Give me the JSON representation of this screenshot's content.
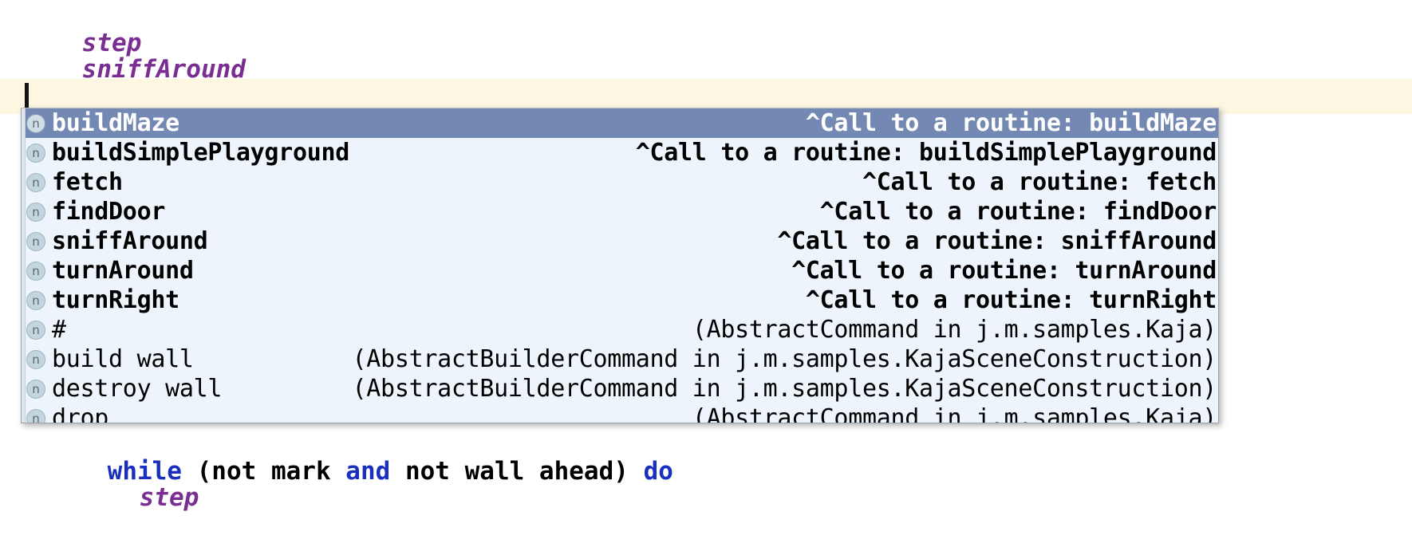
{
  "editor": {
    "background_color": "#ffffff",
    "current_line_highlight_color": "#fdf7e2",
    "caret_color": "#141414",
    "lines_above": [
      {
        "indent": "  ",
        "text": "step",
        "token": "call"
      },
      {
        "indent": "  ",
        "text": "sniffAround",
        "token": "call"
      }
    ],
    "lines_below": [
      {
        "segments": [
          {
            "text": "  ",
            "token": "plain"
          },
          {
            "text": "while",
            "token": "keyword"
          },
          {
            "text": " (not mark ",
            "token": "plain"
          },
          {
            "text": "and",
            "token": "keyword"
          },
          {
            "text": " not wall ahead) ",
            "token": "plain"
          },
          {
            "text": "do",
            "token": "keyword"
          }
        ]
      },
      {
        "segments": [
          {
            "text": "    ",
            "token": "plain"
          },
          {
            "text": "step",
            "token": "call"
          }
        ]
      }
    ],
    "colors": {
      "call": "#7a2e91",
      "keyword": "#1a2fbe",
      "plain": "#000000"
    }
  },
  "completion_popup": {
    "background_color": "#eef4fc",
    "selected_row_color": "#7389b4",
    "selected_index": 0,
    "icon_glyph": "n",
    "icon_name": "routine-icon",
    "items": [
      {
        "label": "buildMaze",
        "description": "^Call to a routine: buildMaze",
        "bold": true,
        "selected": true
      },
      {
        "label": "buildSimplePlayground",
        "description": "^Call to a routine: buildSimplePlayground",
        "bold": true,
        "selected": false
      },
      {
        "label": "fetch",
        "description": "^Call to a routine: fetch",
        "bold": true,
        "selected": false
      },
      {
        "label": "findDoor",
        "description": "^Call to a routine: findDoor",
        "bold": true,
        "selected": false
      },
      {
        "label": "sniffAround",
        "description": "^Call to a routine: sniffAround",
        "bold": true,
        "selected": false
      },
      {
        "label": "turnAround",
        "description": "^Call to a routine: turnAround",
        "bold": true,
        "selected": false
      },
      {
        "label": "turnRight",
        "description": "^Call to a routine: turnRight",
        "bold": true,
        "selected": false
      },
      {
        "label": "#",
        "description": "(AbstractCommand in j.m.samples.Kaja)",
        "bold": false,
        "selected": false
      },
      {
        "label": "build wall",
        "description": "(AbstractBuilderCommand in j.m.samples.KajaSceneConstruction)",
        "bold": false,
        "selected": false
      },
      {
        "label": "destroy wall",
        "description": "(AbstractBuilderCommand in j.m.samples.KajaSceneConstruction)",
        "bold": false,
        "selected": false
      },
      {
        "label": "drop",
        "description": "(AbstractCommand in j.m.samples.Kaja)",
        "bold": false,
        "selected": false
      }
    ]
  }
}
